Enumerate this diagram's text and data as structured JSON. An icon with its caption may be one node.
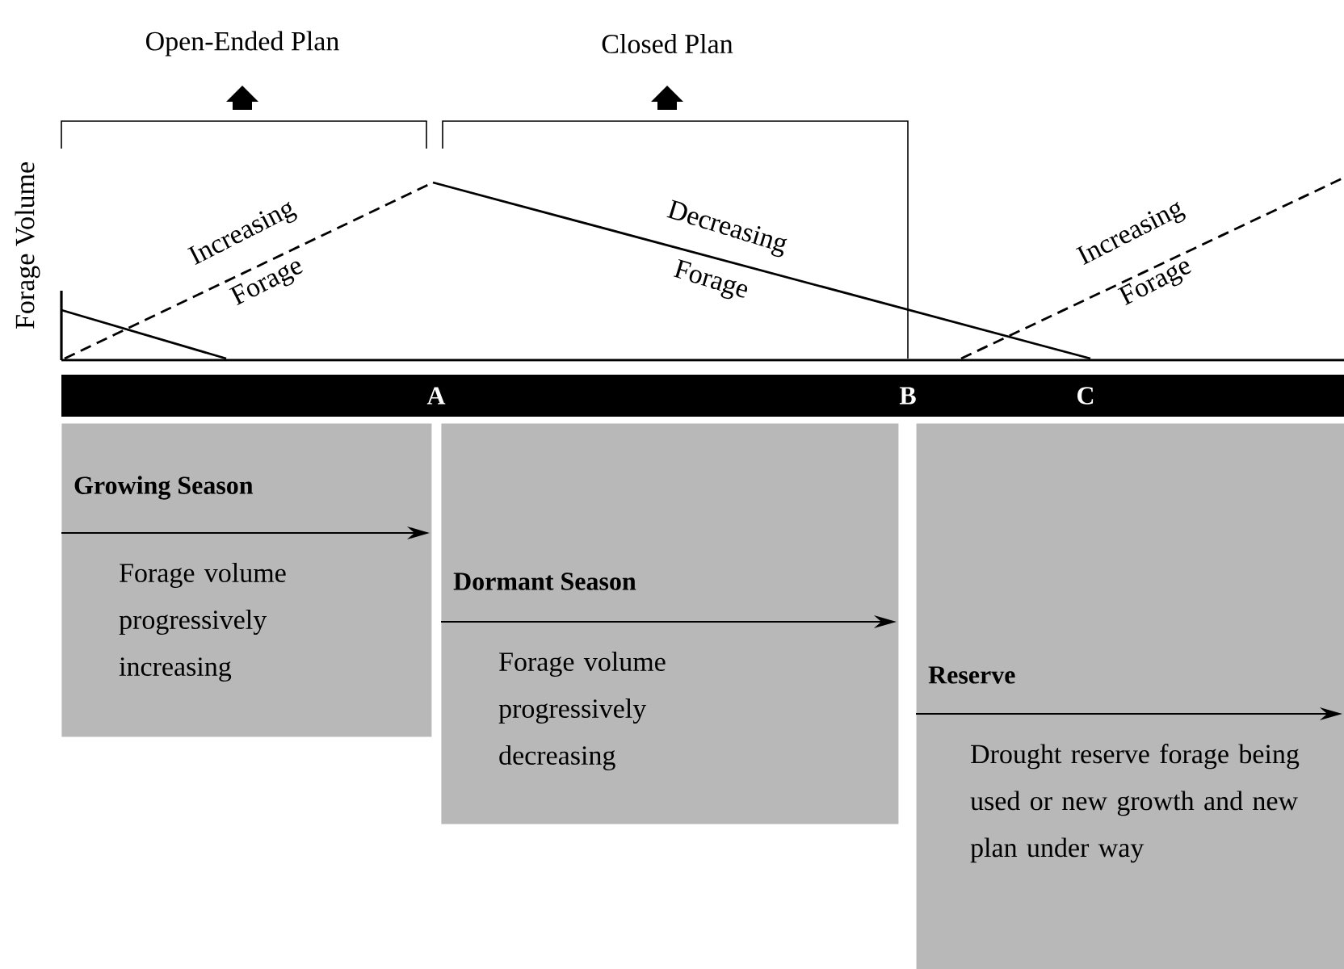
{
  "diagram": {
    "nodes": [
      {
        "text": [
          "Growing Season",
          "Forage volume progressively increasing"
        ]
      },
      {
        "text": [
          "Dormant Season",
          "Forage volume progressively decreasing"
        ]
      },
      {
        "text": [
          "Reserve",
          "Drought reserve forage being used or new growth and new plan under way"
        ]
      }
    ],
    "labels": [
      "Open-Ended Plan",
      "Closed Plan",
      "Forage Volume",
      "Increasing Forage",
      "Decreasing Forage",
      "Increasing Forage",
      "A",
      "B",
      "C"
    ]
  }
}
